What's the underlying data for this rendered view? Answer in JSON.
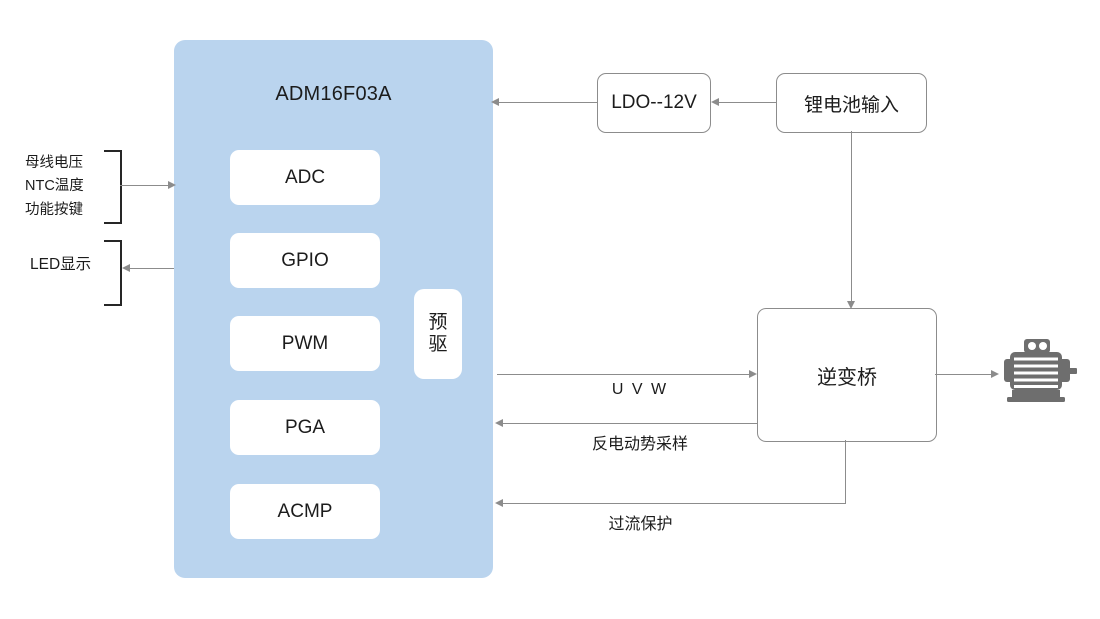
{
  "diagram": {
    "title": "ADM16F03A motor control block diagram",
    "colors": {
      "mcu_panel": "#bad4ee",
      "sub_block": "#ffffff",
      "line": "#8c8c8c",
      "bracket": "#262626",
      "motor": "#6e6e6e"
    }
  },
  "mcu": {
    "title": "ADM16F03A",
    "blocks": [
      {
        "label": "ADC"
      },
      {
        "label": "GPIO"
      },
      {
        "label": "PWM"
      },
      {
        "label": "PGA"
      },
      {
        "label": "ACMP"
      }
    ],
    "predriver": {
      "line1": "预",
      "line2": "驱"
    }
  },
  "left_io": {
    "inputs": {
      "line1": "母线电压",
      "line2": "NTC温度",
      "line3": "功能按键",
      "direction": "into-mcu"
    },
    "output": {
      "label": "LED显示",
      "direction": "out-of-mcu"
    }
  },
  "power": {
    "ldo": "LDO--12V",
    "battery": "锂电池输入"
  },
  "power_stage": {
    "bridge": "逆变桥",
    "motor_icon": "motor-icon"
  },
  "signals": {
    "uvw": "U V W",
    "bemf": "反电动势采样",
    "ocp": "过流保护"
  }
}
